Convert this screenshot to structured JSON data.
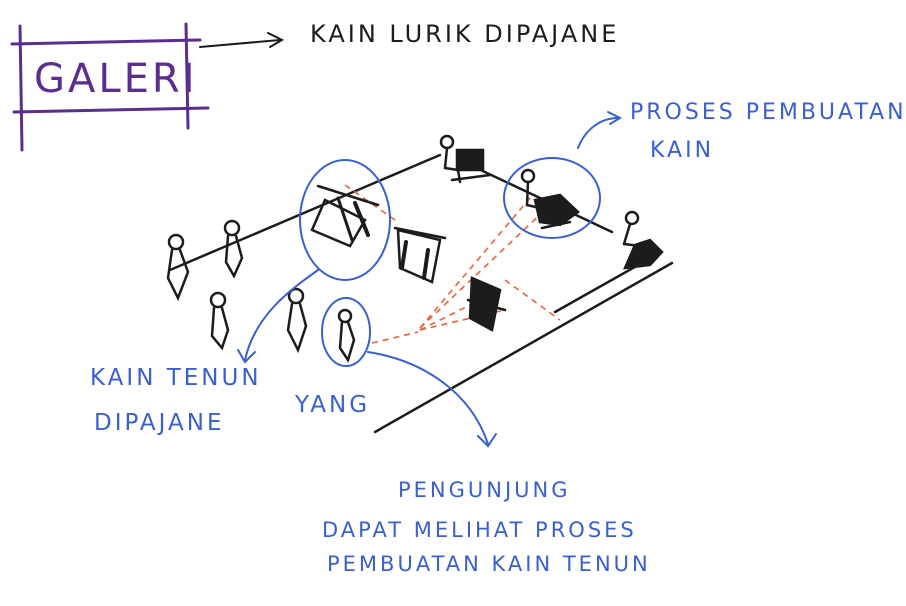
{
  "title_box": {
    "label": "GALERI"
  },
  "title_note": "KAIN LURIK DIPAJANE",
  "notes": {
    "proses_line1": "PROSES PEMBUATAN",
    "proses_line2": "KAIN",
    "kain_line1": "KAIN TENUN",
    "kain_line2": "DIPAJANE",
    "yang": "YANG",
    "pengunjung_line1": "PENGUNJUNG",
    "pengunjung_line2": "DAPAT MELIHAT PROSES",
    "pengunjung_line3": "PEMBUATAN KAIN TENUN"
  },
  "colors": {
    "ink": "#1c1c1c",
    "blue": "#3a5fd0",
    "purple": "#5b2d8e",
    "red": "#e8623a"
  }
}
